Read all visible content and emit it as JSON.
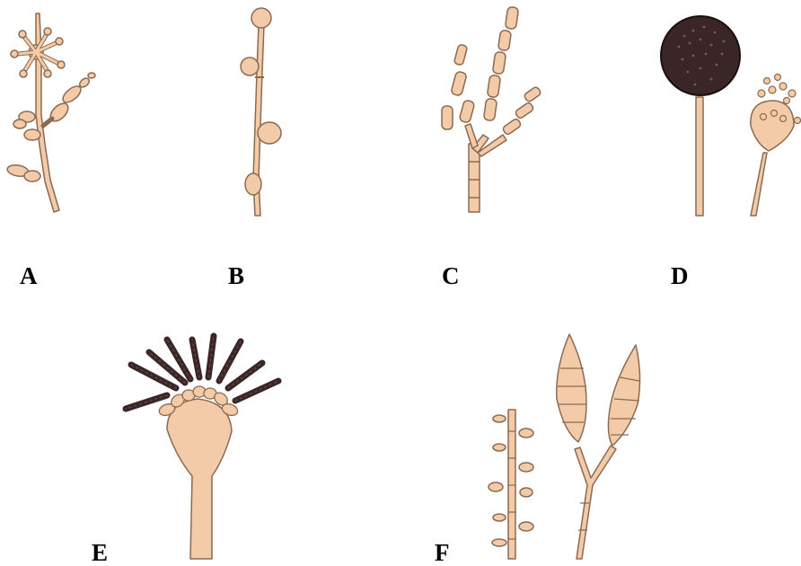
{
  "figure": {
    "panels": [
      {
        "id": "A",
        "label": "A"
      },
      {
        "id": "B",
        "label": "B"
      },
      {
        "id": "C",
        "label": "C"
      },
      {
        "id": "D",
        "label": "D"
      },
      {
        "id": "E",
        "label": "E"
      },
      {
        "id": "F",
        "label": "F"
      }
    ]
  },
  "colors": {
    "hypha_fill": "#f3cba8",
    "hypha_stroke": "#8a6b52",
    "spore_dark": "#3a2626",
    "spore_dark_stroke": "#1a1010",
    "background": "#ffffff"
  }
}
